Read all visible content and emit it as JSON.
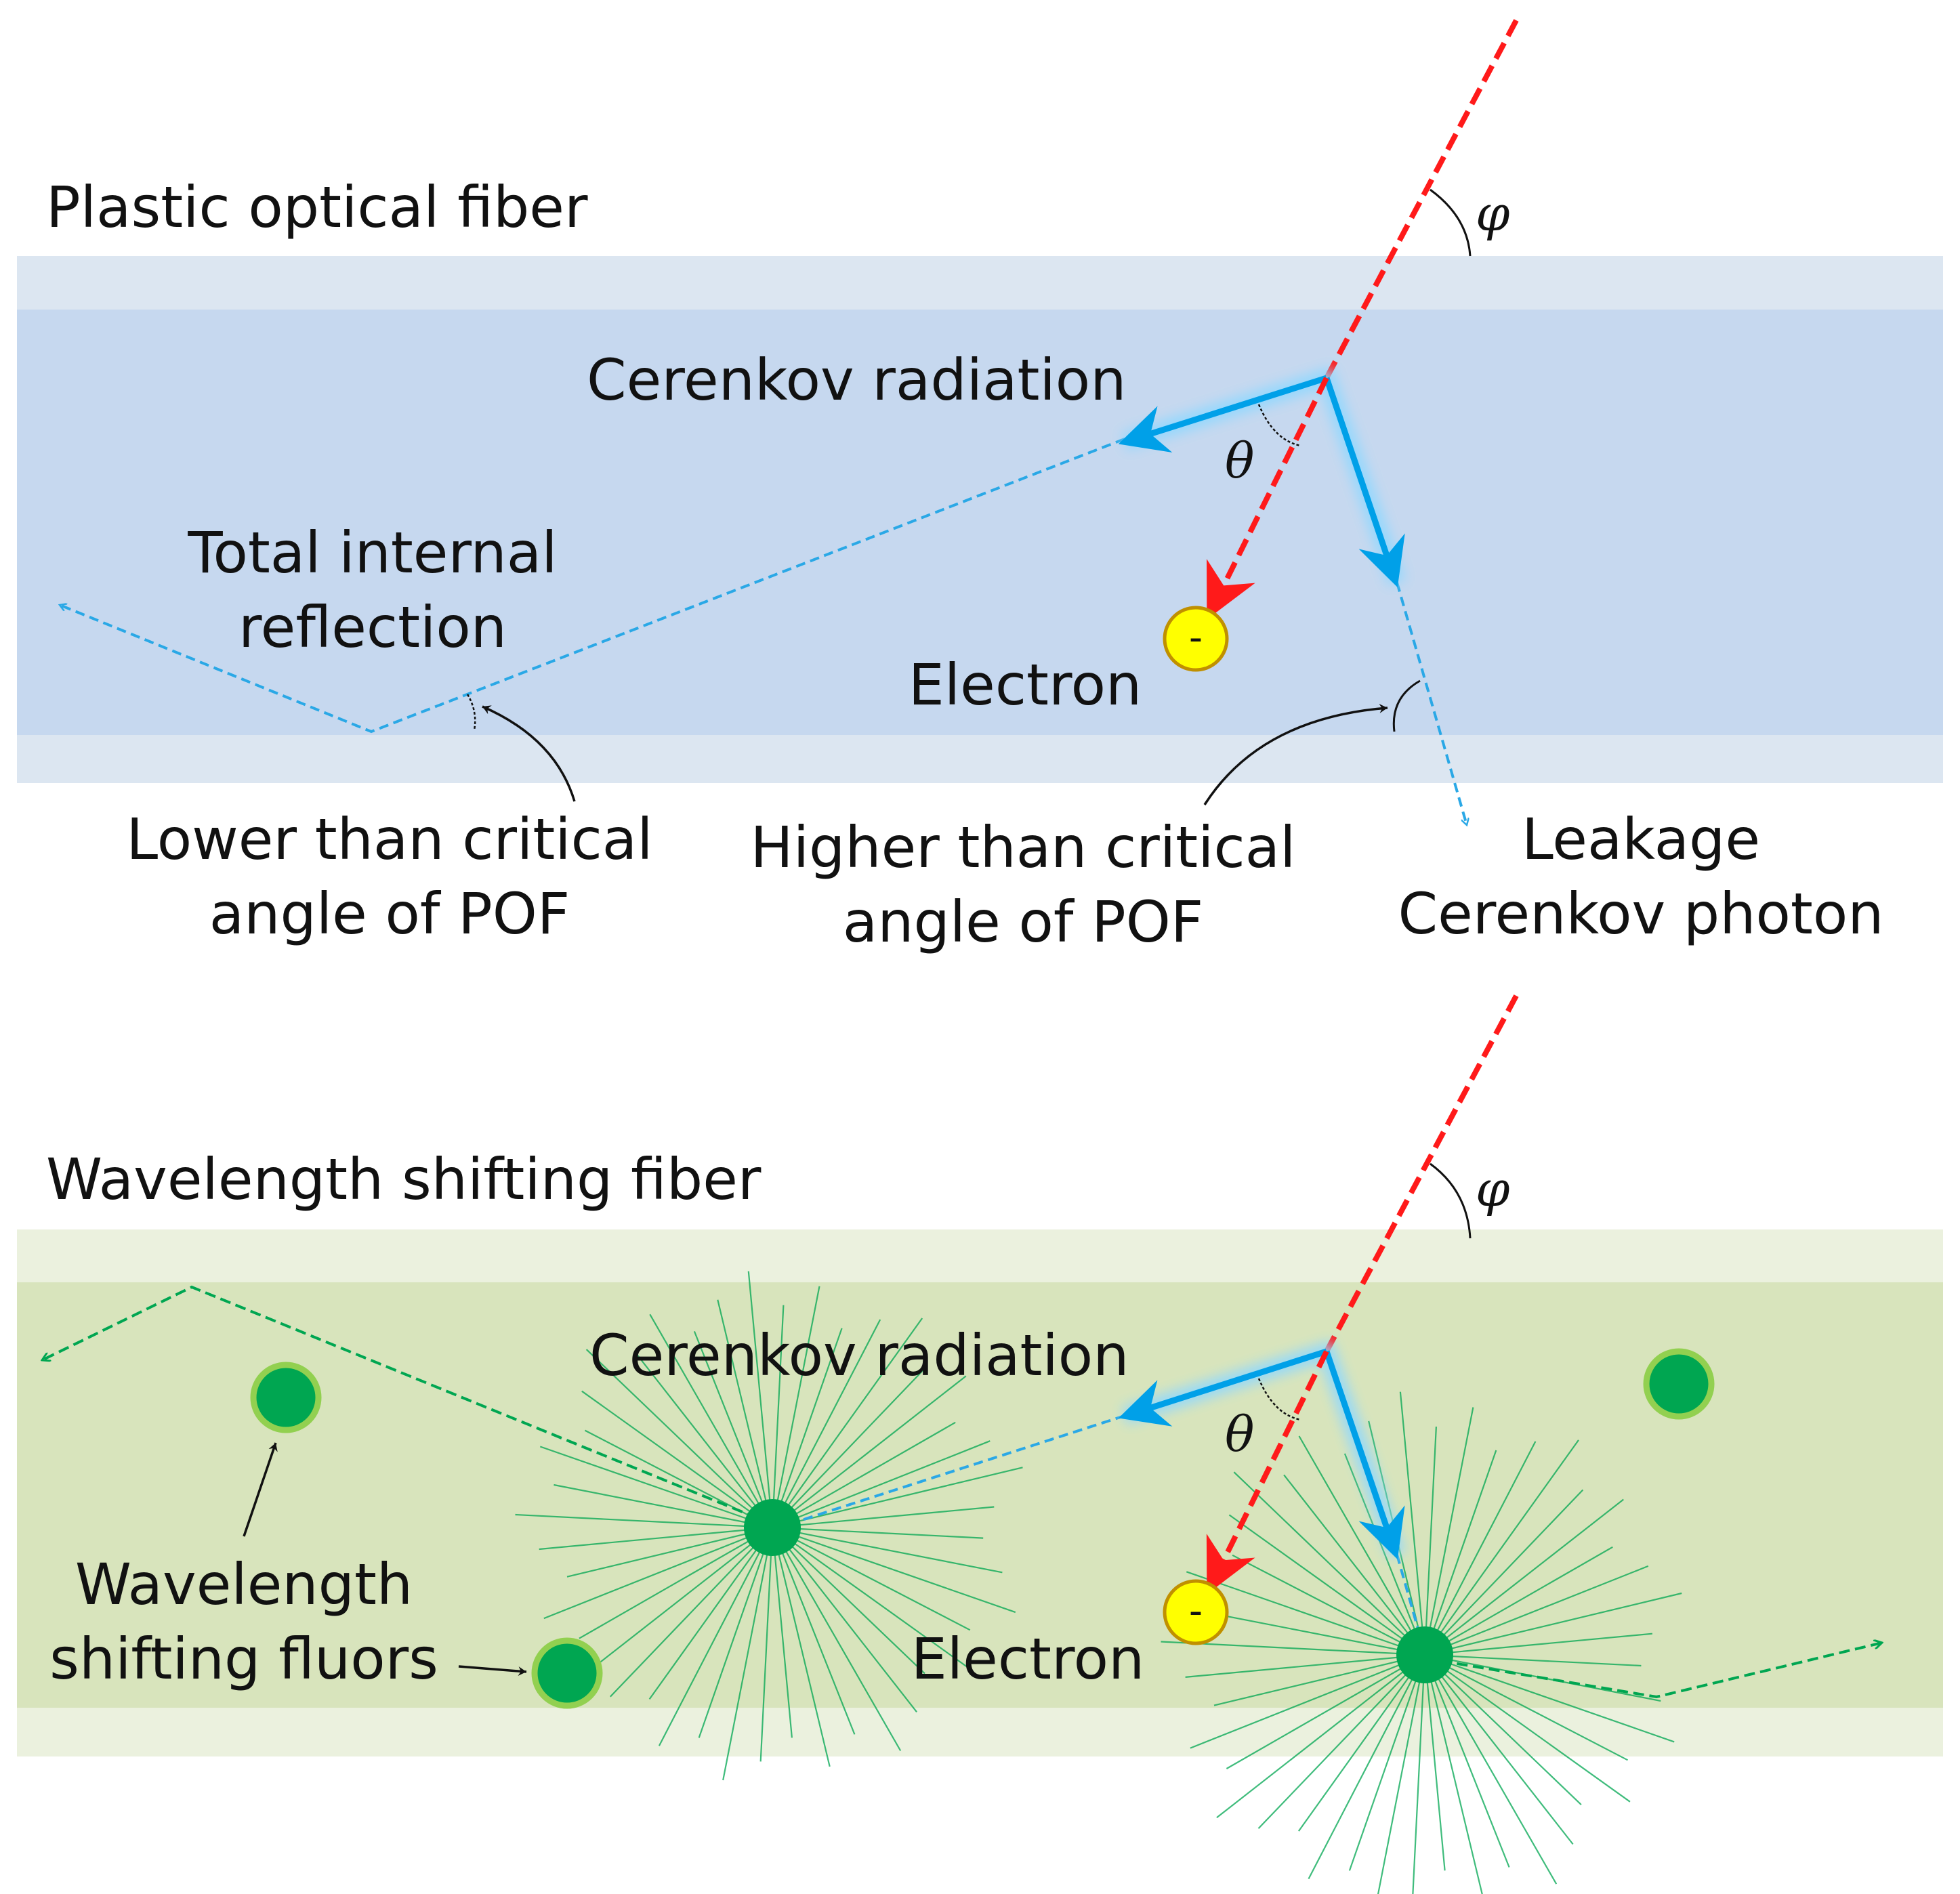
{
  "colors": {
    "pof_cladding": "#dce6f1",
    "pof_core": "#c6d8ef",
    "wsf_cladding": "#ebf1de",
    "wsf_core": "#d8e4bc",
    "electron_path": "#ff1a1a",
    "cerenkov": "#00a0e8",
    "cerenkov_glow": "#8fd8ff",
    "reflected_blue": "#2aa8e6",
    "fluor": "#00a651",
    "fluor_ring": "#92d050",
    "electron_fill": "#ffff00",
    "electron_stroke": "#c09000",
    "text": "#111111"
  },
  "pof": {
    "title": "Plastic optical fiber",
    "phi": "φ",
    "theta": "θ",
    "cerenkov_label": "Cerenkov radiation",
    "tir_label": [
      "Total internal",
      "reflection"
    ],
    "electron_label": "Electron",
    "electron_sign": "-",
    "lower_label": [
      "Lower than critical",
      "angle of POF"
    ],
    "higher_label": [
      "Higher than critical",
      "angle of POF"
    ],
    "leakage_label": [
      "Leakage",
      "Cerenkov photon"
    ]
  },
  "wsf": {
    "title": "Wavelength shifting fiber",
    "phi": "φ",
    "theta": "θ",
    "cerenkov_label": "Cerenkov radiation",
    "electron_label": "Electron",
    "electron_sign": "-",
    "fluor_label": [
      "Wavelength",
      "shifting fluors"
    ]
  }
}
